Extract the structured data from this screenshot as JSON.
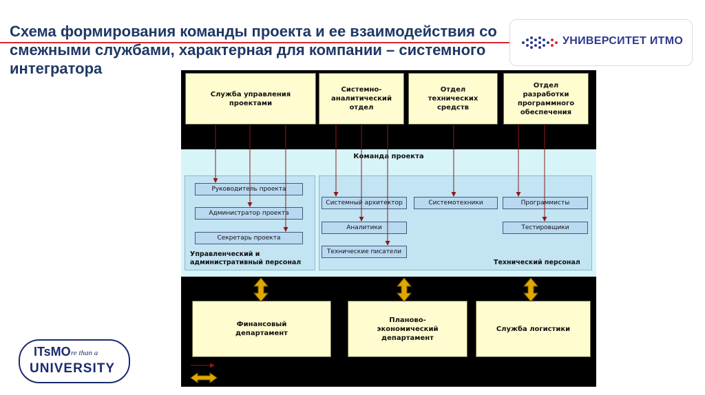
{
  "slide": {
    "title": "Схема формирования команды проекта и ее взаимодействия со смежными службами, характерная для компании – системного интегратора"
  },
  "header_logo": {
    "text": "УНИВЕРСИТЕТ ИТМО"
  },
  "footer_logo": {
    "top": "ITsMO",
    "tagline": "re than a",
    "bottom": "UNIVERSITY"
  },
  "colors": {
    "title": "#1f3864",
    "accent_line": "#d9262c",
    "box_fill": "#fffccf",
    "band_fill": "#d7f4f8",
    "role_fill": "#b9d9f0",
    "arrow_red": "#8b1a1a",
    "arrow_gold": "#e0a800"
  },
  "diagram": {
    "departments": [
      "Служба управления\nпроектами",
      "Системно-\nаналитический\nотдел",
      "Отдел\nтехнических\nсредств",
      "Отдел\nразработки\nпрограммного\nобеспечения"
    ],
    "team_title": "Команда проекта",
    "management_panel": {
      "label": "Управленческий и\nадминистративный персонал",
      "roles": [
        "Руководитель проекта",
        "Администратор проекта",
        "Секретарь проекта"
      ]
    },
    "technical_panel": {
      "label": "Технический персонал",
      "roles": [
        "Системный архитектор",
        "Аналитики",
        "Технические писатели",
        "Системотехники",
        "Программисты",
        "Тестировщики"
      ]
    },
    "support_services": [
      "Финансовый\nдепартамент",
      "Планово-\nэкономический\nдепартамент",
      "Служба логистики"
    ]
  }
}
